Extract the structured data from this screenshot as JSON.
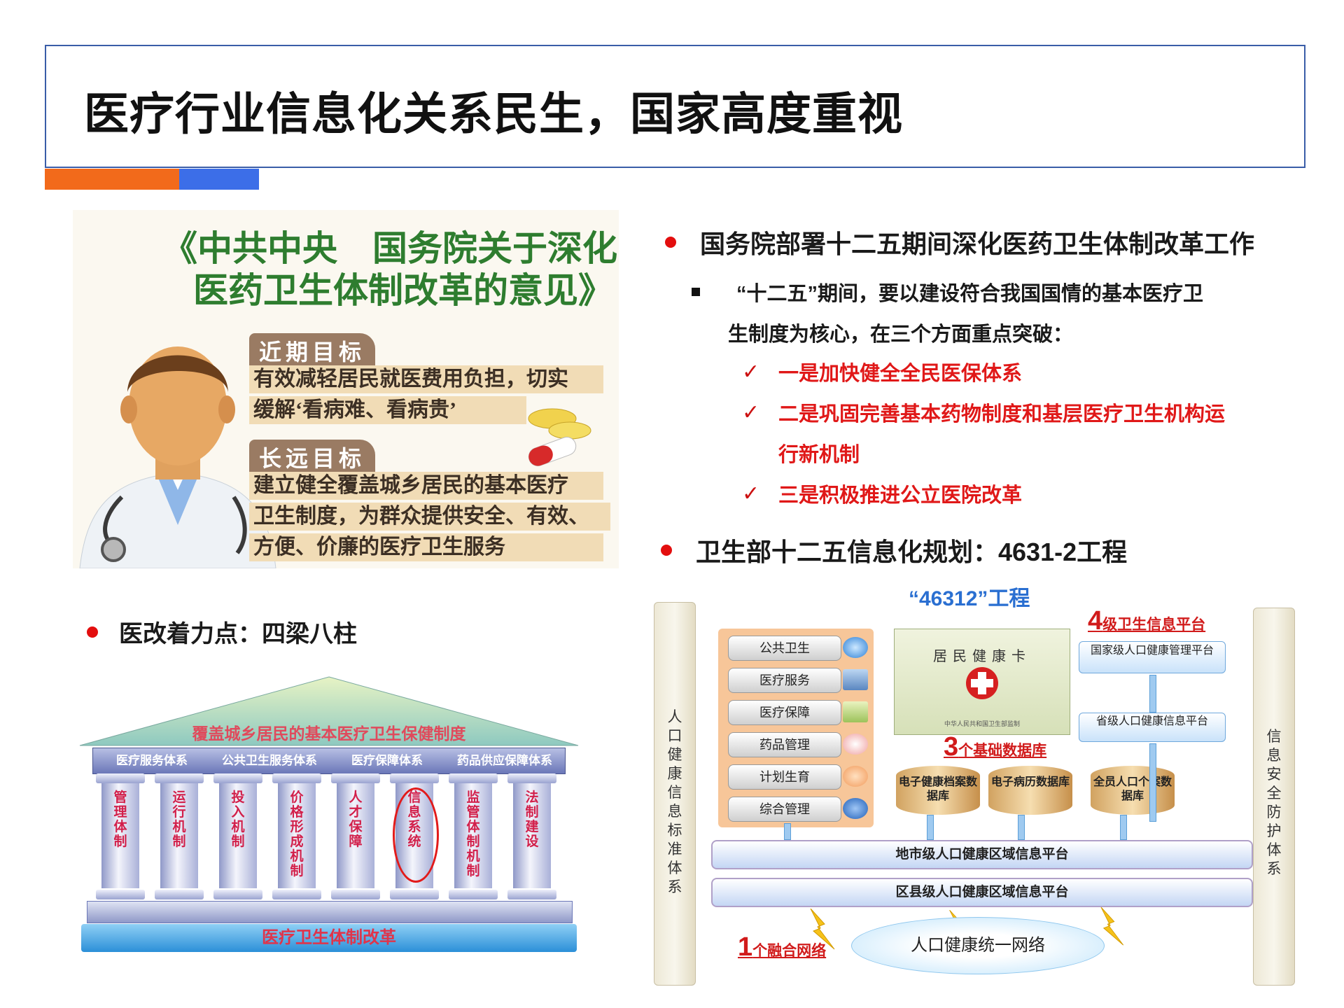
{
  "title": "医疗行业信息化关系民生，国家高度重视",
  "doctor_panel": {
    "heading_line1": "《中共中央　国务院关于深化",
    "heading_line2": "医药卫生体制改革的意见》",
    "near_tag": "近期目标",
    "near_lines": [
      "有效减轻居民就医费用负担，切实",
      "缓解‘看病难、看病贵’"
    ],
    "far_tag": "长远目标",
    "far_lines": [
      "建立健全覆盖城乡居民的基本医疗",
      "卫生制度，为群众提供安全、有效、",
      "方便、价廉的医疗卫生服务"
    ]
  },
  "right_text": {
    "bullet1": "国务院部署十二五期间深化医药卫生体制改革工作",
    "sub_line1": "“十二五”期间，要以建设符合我国国情的基本医疗卫",
    "sub_line2": "生制度为核心，在三个方面重点突破：",
    "checks": [
      "一是加快健全全民医保体系",
      "二是巩固完善基本药物制度和基层医疗卫生机构运",
      "行新机制",
      "三是积极推进公立医院改革"
    ],
    "bullet2": "卫生部十二五信息化规划：4631-2工程"
  },
  "left_bullet": "医改着力点：四梁八柱",
  "temple": {
    "roof": "覆盖城乡居民的基本医疗卫生保健制度",
    "beams": [
      "医疗服务体系",
      "公共卫生服务体系",
      "医疗保障体系",
      "药品供应保障体系"
    ],
    "pillars": [
      "管理体制",
      "运行机制",
      "投入机制",
      "价格形成机制",
      "人才保障",
      "信息系统",
      "监管体制机制",
      "法制建设"
    ],
    "base": "医疗卫生体制改革"
  },
  "diagram": {
    "title": "“46312”工程",
    "left_side": "人口健康信息标准体系",
    "right_side": "信息安全防护体系",
    "menu": [
      "公共卫生",
      "医疗服务",
      "医疗保障",
      "药品管理",
      "计划生育",
      "综合管理"
    ],
    "card_title": "居民健康卡",
    "card_sub": "中华人民共和国卫生部监制",
    "db_count": "3",
    "db_label": "个基础数据库",
    "databases": [
      "电子健康档案数据库",
      "电子病历数据库",
      "全员人口个案数据库"
    ],
    "platform_count": "4",
    "platform_label": "级卫生信息平台",
    "platform_national": "国家级人口健康管理平台",
    "platform_province": "省级人口健康信息平台",
    "city_platform": "地市级人口健康区域信息平台",
    "county_platform": "区县级人口健康区域信息平台",
    "net_count": "1",
    "net_label": "个融合网络",
    "cloud": "人口健康统一网络"
  }
}
